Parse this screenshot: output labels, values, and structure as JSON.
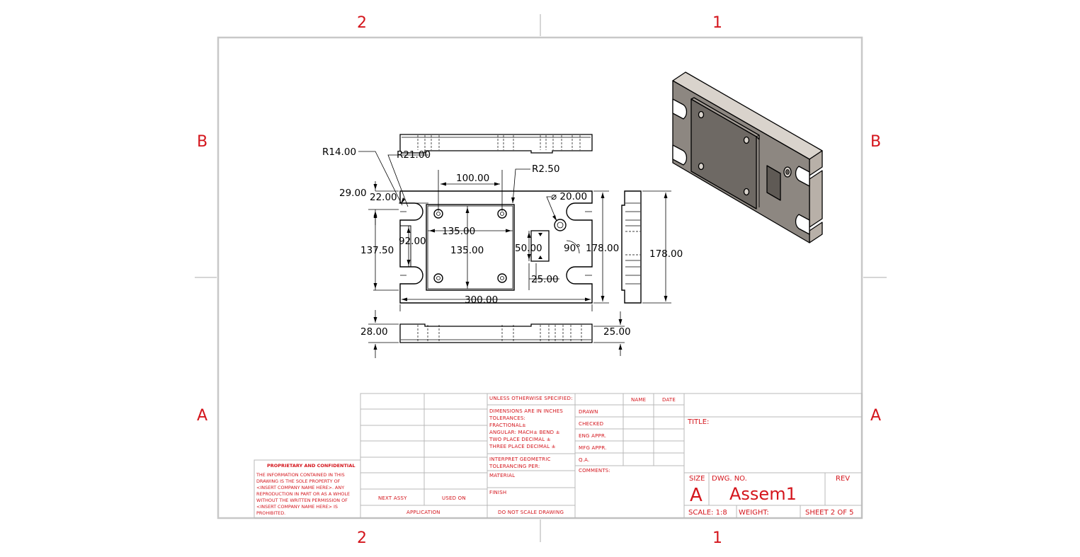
{
  "zones": {
    "col_left": "2",
    "col_right": "1",
    "row_upper": "B",
    "row_lower": "A"
  },
  "dimensions": {
    "r14": "R14.00",
    "r21": "R21.00",
    "d100": "100.00",
    "r2_5": "R2.50",
    "d29": "29.00",
    "d22": "22.00",
    "dia20": "⌀ 20.00",
    "d135_h": "135.00",
    "d92": "92.00",
    "d137_5": "137.50",
    "d135_v": "135.00",
    "d50": "50.00",
    "angle90": "90°",
    "d178_front": "178.00",
    "d178_side": "178.00",
    "d25_slot": "25.00",
    "d300": "300.00",
    "d28": "28.00",
    "d25_thk": "25.00"
  },
  "title_block": {
    "unless": "UNLESS OTHERWISE SPECIFIED:",
    "dims_in": "DIMENSIONS ARE IN INCHES",
    "tolerances": "TOLERANCES:",
    "fractional": "FRACTIONAL±",
    "angular": "ANGULAR: MACH±    BEND ±",
    "two_place": "TWO PLACE DECIMAL    ±",
    "three_place": "THREE PLACE DECIMAL  ±",
    "interpret1": "INTERPRET GEOMETRIC",
    "interpret2": "TOLERANCING PER:",
    "material": "MATERIAL",
    "finish": "FINISH",
    "do_not_scale": "DO NOT SCALE DRAWING",
    "next_assy": "NEXT ASSY",
    "used_on": "USED ON",
    "application": "APPLICATION",
    "name": "NAME",
    "date": "DATE",
    "drawn": "DRAWN",
    "checked": "CHECKED",
    "eng_appr": "ENG APPR.",
    "mfg_appr": "MFG APPR.",
    "qa": "Q.A.",
    "comments": "COMMENTS:",
    "title_label": "TITLE:",
    "size_label": "SIZE",
    "size_value": "A",
    "dwg_no_label": "DWG.  NO.",
    "dwg_no_value": "Assem1",
    "rev_label": "REV",
    "scale": "SCALE: 1:8",
    "weight": "WEIGHT:",
    "sheet": "SHEET 2 OF 5",
    "prop_title": "PROPRIETARY AND CONFIDENTIAL",
    "prop_lines": [
      "THE INFORMATION CONTAINED IN THIS",
      "DRAWING IS THE SOLE PROPERTY OF",
      "<INSERT COMPANY NAME HERE>.  ANY",
      "REPRODUCTION IN PART OR AS A WHOLE",
      "WITHOUT THE WRITTEN PERMISSION OF",
      "<INSERT COMPANY NAME HERE> IS",
      "PROHIBITED."
    ]
  }
}
